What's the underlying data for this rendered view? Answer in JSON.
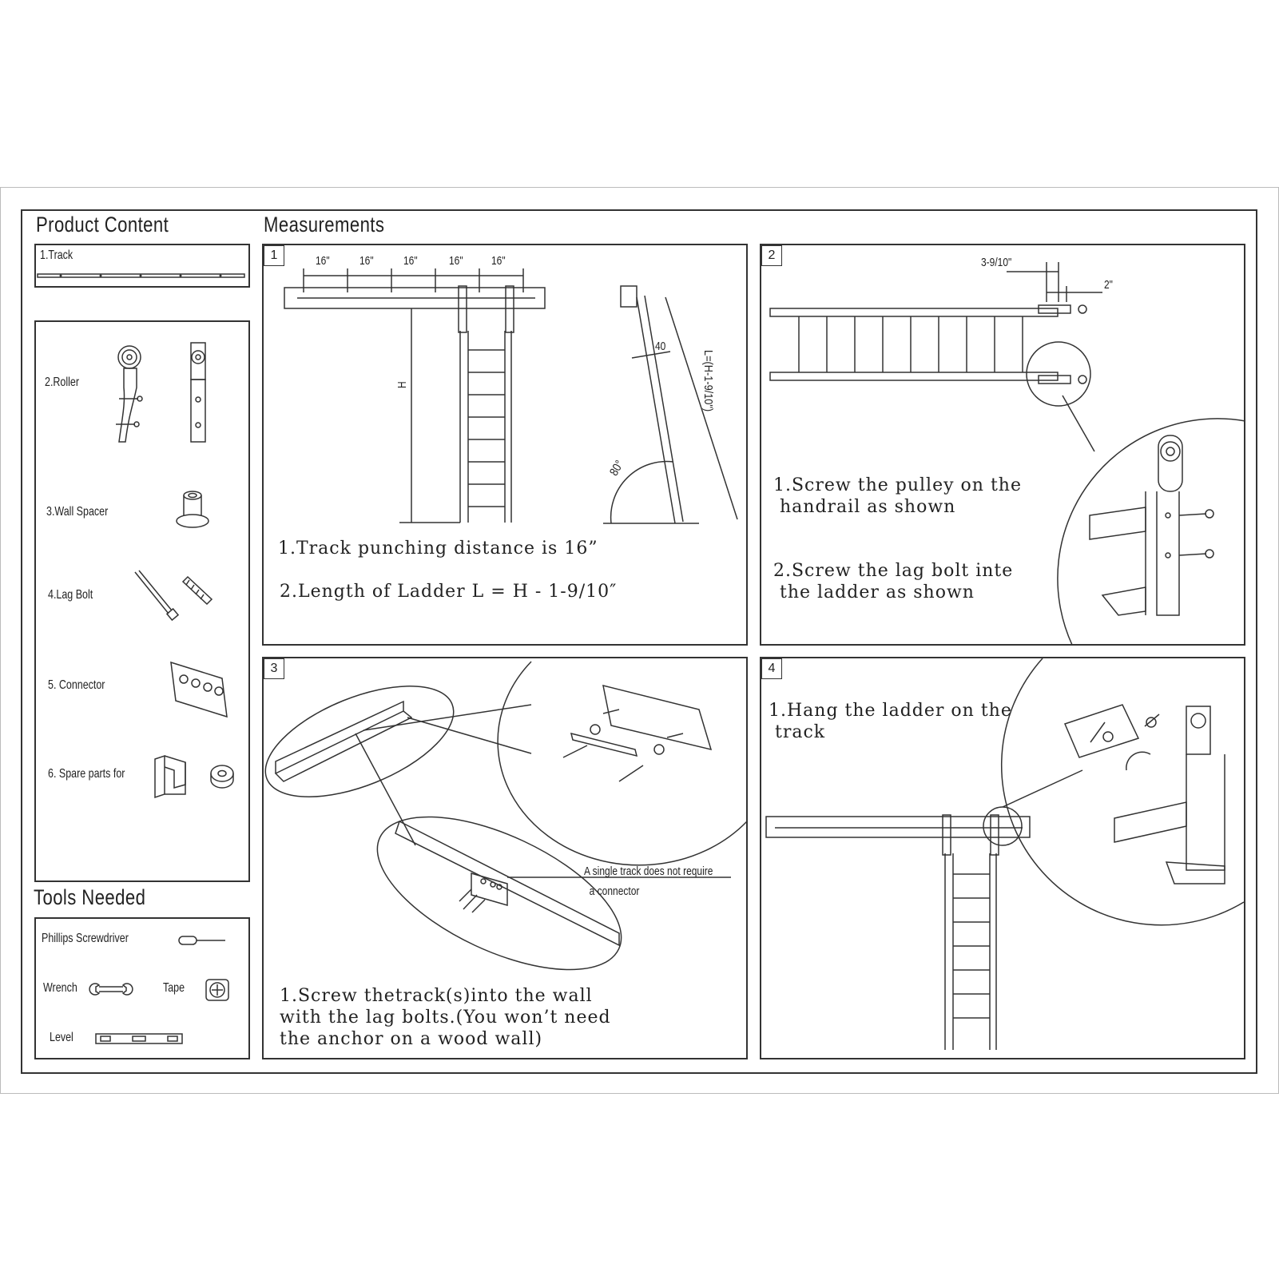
{
  "headings": {
    "product_content": "Product Content",
    "measurements": "Measurements",
    "tools_needed": "Tools Needed"
  },
  "parts": [
    {
      "label": "1.Track",
      "icon": "track-icon"
    },
    {
      "label": "2.Roller",
      "icon": "roller-icon"
    },
    {
      "label": "3.Wall Spacer",
      "icon": "wall-spacer-icon"
    },
    {
      "label": "4.Lag Bolt",
      "icon": "lag-bolt-icon"
    },
    {
      "label": "5. Connector",
      "icon": "connector-icon"
    },
    {
      "label": "6. Spare parts for",
      "icon": "spare-parts-icon"
    }
  ],
  "tools": [
    {
      "label": "Phillips Screwdriver",
      "icon": "screwdriver-icon"
    },
    {
      "label": "Wrench",
      "icon": "wrench-icon"
    },
    {
      "label": "Tape",
      "icon": "tape-measure-icon"
    },
    {
      "label": "Level",
      "icon": "level-icon"
    }
  ],
  "steps": [
    {
      "number": "1",
      "dimensions": [
        "16\"",
        "16\"",
        "16\"",
        "16\"",
        "16\""
      ],
      "height_label": "H",
      "offset_label": "40",
      "length_label": "L=(H-1-9/10\")",
      "angle_label": "80°",
      "notes": [
        "1.Track punching distance is 16”",
        "2.Length of Ladder L = H - 1-9/10″"
      ]
    },
    {
      "number": "2",
      "dimensions": [
        "3-9/10\"",
        "2\""
      ],
      "notes": [
        "1.Screw the pulley on the\n handrail as shown",
        "2.Screw the lag bolt inte\n the ladder as shown"
      ]
    },
    {
      "number": "3",
      "callout": "A single track does not require\n  a connector",
      "notes": [
        "1.Screw thetrack(s)into the wall\nwith the lag bolts.(You won’t need\nthe anchor on a wood wall)"
      ]
    },
    {
      "number": "4",
      "notes": [
        "1.Hang the ladder on the\n track"
      ]
    }
  ]
}
